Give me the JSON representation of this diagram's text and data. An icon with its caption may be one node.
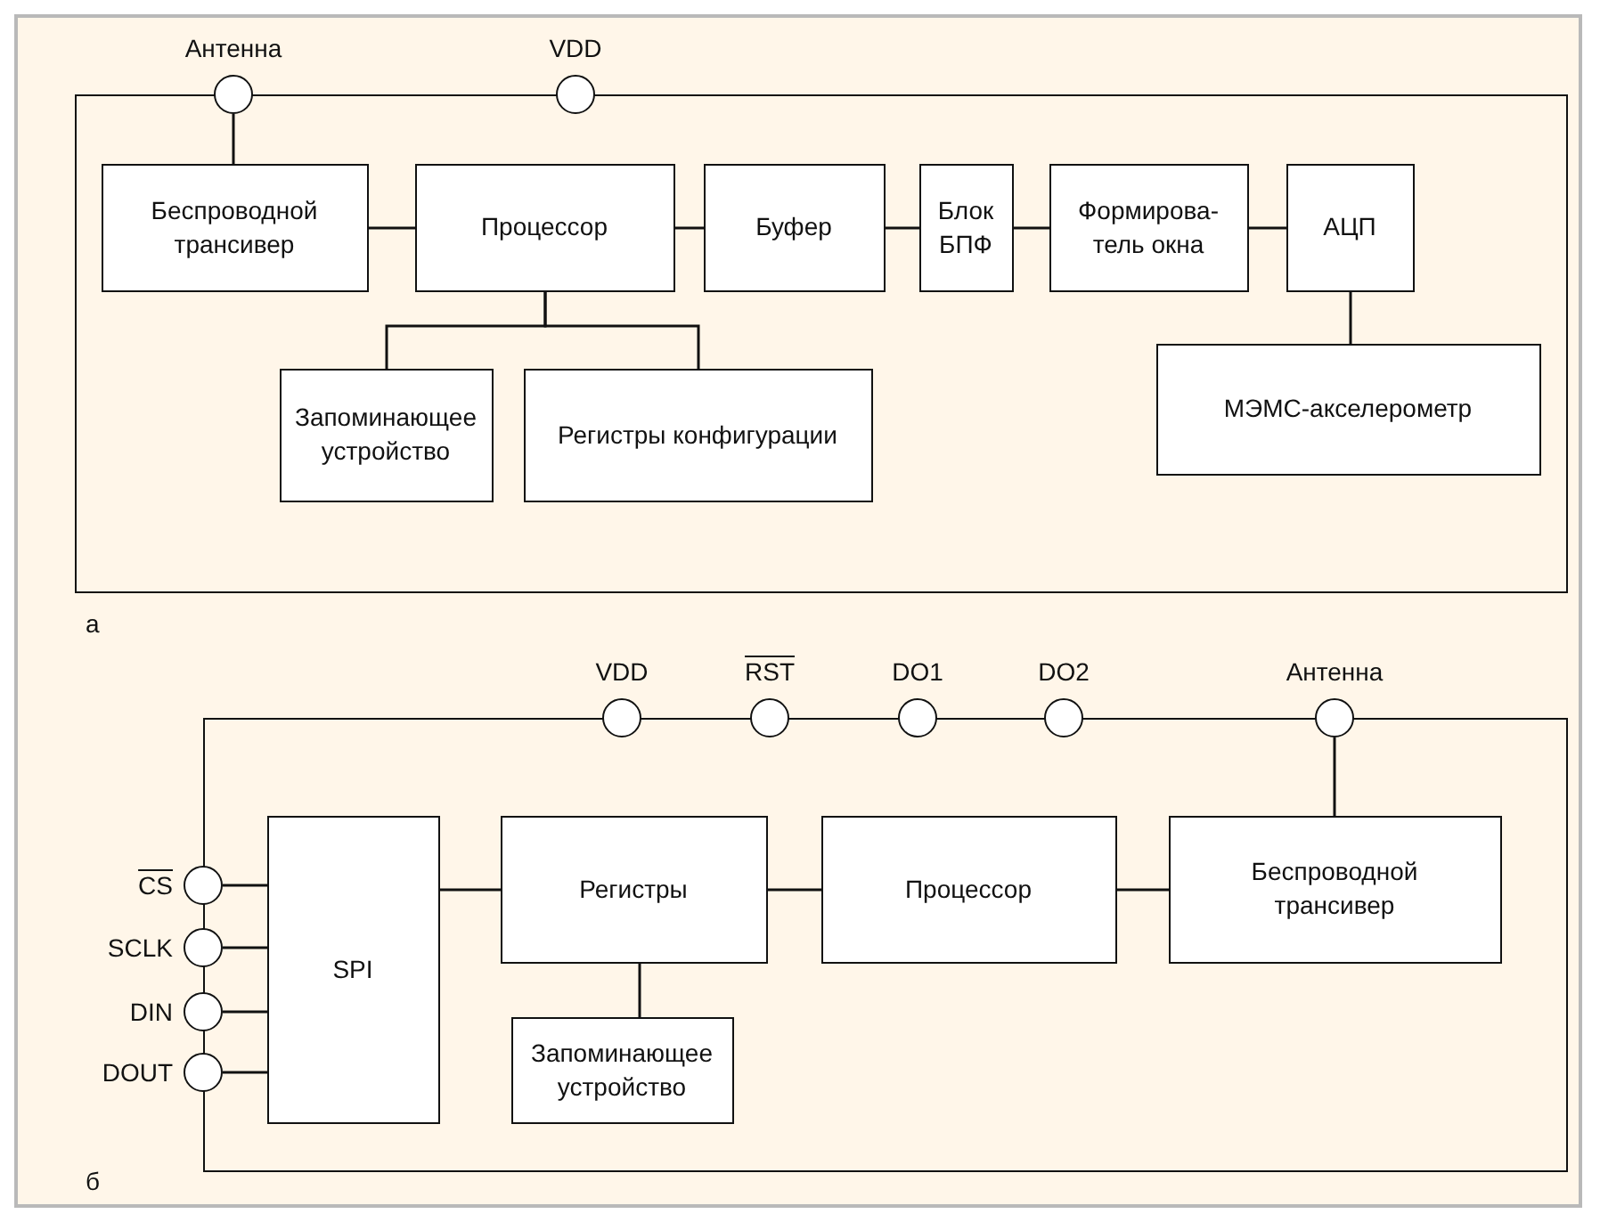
{
  "diagram": {
    "nodes": [
      {
        "text": [],
        "shape": "box"
      },
      {
        "text": [
          "Антенна"
        ]
      },
      {
        "text": [
          "VDD"
        ]
      },
      {
        "text": [
          "Беспроводной трансивер"
        ],
        "in": 0
      },
      {
        "text": [
          "Процессор"
        ],
        "in": 0
      },
      {
        "text": [
          "Буфер"
        ],
        "in": 0
      },
      {
        "text": [
          "Блок БПФ"
        ],
        "in": 0
      },
      {
        "text": [
          "Формирова- тель окна"
        ],
        "in": 0
      },
      {
        "text": [
          "АЦП"
        ],
        "in": 0
      },
      {
        "text": [
          "Запоминающее устройство"
        ],
        "in": 0
      },
      {
        "text": [
          "Регистры конфигурации"
        ],
        "in": 0
      },
      {
        "text": [
          "МЭМС-акселерометр"
        ],
        "in": 0
      },
      {
        "text": [],
        "shape": "box"
      },
      {
        "text": [
          "VDD"
        ]
      },
      {
        "text": [
          "RST"
        ]
      },
      {
        "text": [
          "DO1"
        ]
      },
      {
        "text": [
          "DO2"
        ]
      },
      {
        "text": [
          "Антенна"
        ]
      },
      {
        "text": [
          "CS"
        ]
      },
      {
        "text": [
          "SCLK"
        ]
      },
      {
        "text": [
          "DIN"
        ]
      },
      {
        "text": [
          "DOUT"
        ]
      },
      {
        "text": [
          "SPI"
        ],
        "in": 12
      },
      {
        "text": [
          "Регистры"
        ],
        "in": 12
      },
      {
        "text": [
          "Процессор"
        ],
        "in": 12
      },
      {
        "text": [
          "Беспроводной трансивер"
        ],
        "in": 12
      },
      {
        "text": [
          "Запоминающее устройство"
        ],
        "in": 12
      }
    ],
    "edges": [
      {
        "from": 1,
        "to": 3,
        "arrow": "none"
      },
      {
        "from": 3,
        "to": 4,
        "arrow": "none"
      },
      {
        "from": 4,
        "to": 5,
        "arrow": "none"
      },
      {
        "from": 5,
        "to": 6,
        "arrow": "none"
      },
      {
        "from": 6,
        "to": 7,
        "arrow": "none"
      },
      {
        "from": 7,
        "to": 8,
        "arrow": "none"
      },
      {
        "from": 8,
        "to": 11,
        "arrow": "none"
      },
      {
        "from": 4,
        "to": 9,
        "arrow": "none"
      },
      {
        "from": 4,
        "to": 10,
        "arrow": "none"
      },
      {
        "from": 17,
        "to": 25,
        "arrow": "none"
      },
      {
        "from": 18,
        "to": 22,
        "arrow": "none"
      },
      {
        "from": 19,
        "to": 22,
        "arrow": "none"
      },
      {
        "from": 20,
        "to": 22,
        "arrow": "none"
      },
      {
        "from": 21,
        "to": 22,
        "arrow": "none"
      },
      {
        "from": 22,
        "to": 23,
        "arrow": "none"
      },
      {
        "from": 23,
        "to": 24,
        "arrow": "none"
      },
      {
        "from": 24,
        "to": 25,
        "arrow": "none"
      },
      {
        "from": 23,
        "to": 26,
        "arrow": "none"
      }
    ],
    "labels": [
      "а",
      "б"
    ]
  }
}
